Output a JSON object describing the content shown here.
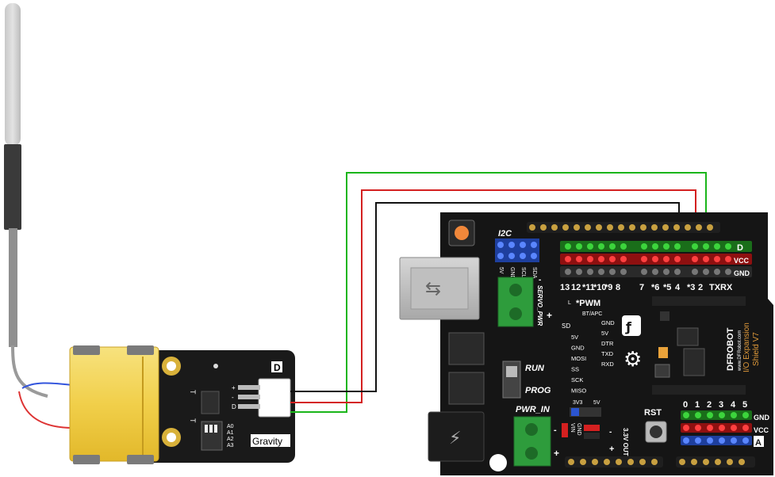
{
  "probe": {
    "label": ""
  },
  "sensor_board": {
    "port_label": "D",
    "gravity_label": "Gravity",
    "plus_label": "+",
    "minus_label": "-",
    "pin_labels": [
      "T",
      "T"
    ],
    "dip_labels": [
      "A0",
      "A1",
      "A2",
      "A3"
    ],
    "connector_pins": [
      "+",
      "-",
      "D"
    ]
  },
  "shield": {
    "i2c_label": "I2C",
    "i2c_pins": [
      "5V",
      "GND",
      "SCL",
      "SDA"
    ],
    "servo_pwr_label": "SERVO_PWR",
    "d_label": "D",
    "vcc_label": "VCC",
    "gnd_label": "GND",
    "digital_pins_left": [
      "13",
      "12",
      "*11",
      "*10",
      "*9",
      "8"
    ],
    "digital_pins_mid": [
      "7",
      "*6",
      "*5",
      "4"
    ],
    "digital_pins_right": [
      "*3",
      "2",
      "TX",
      "RX"
    ],
    "pwm_label": "*PWM",
    "l_label": "L",
    "bt_apc_label": "BT/APC",
    "sd_label": "SD",
    "spi_labels": [
      "5V",
      "GND",
      "MOSI",
      "SS",
      "SCK",
      "MISO"
    ],
    "bt_labels": [
      "GND",
      "5V",
      "DTR",
      "TXD",
      "RXD"
    ],
    "run_label": "RUN",
    "prog_label": "PROG",
    "pwr_in_label": "PWR_IN",
    "v3_label": "3V3",
    "v5_label": "5V",
    "vin_label": "VIN",
    "gnd_small": "GND",
    "out_label": "3.3V OUT",
    "rst_label": "RST",
    "analog_pins": [
      "0",
      "1",
      "2",
      "3",
      "4",
      "5"
    ],
    "a_label": "A",
    "brand_label": "DFROBOT",
    "site_label": "www.DFRobot.com",
    "title_label": "I/O Expansion",
    "version_label": "Shield V7",
    "plus_sign": "+",
    "minus_sign": "-"
  },
  "wires": {
    "colors": {
      "green": "#1ab51a",
      "red": "#d42020",
      "black": "#111111"
    }
  }
}
